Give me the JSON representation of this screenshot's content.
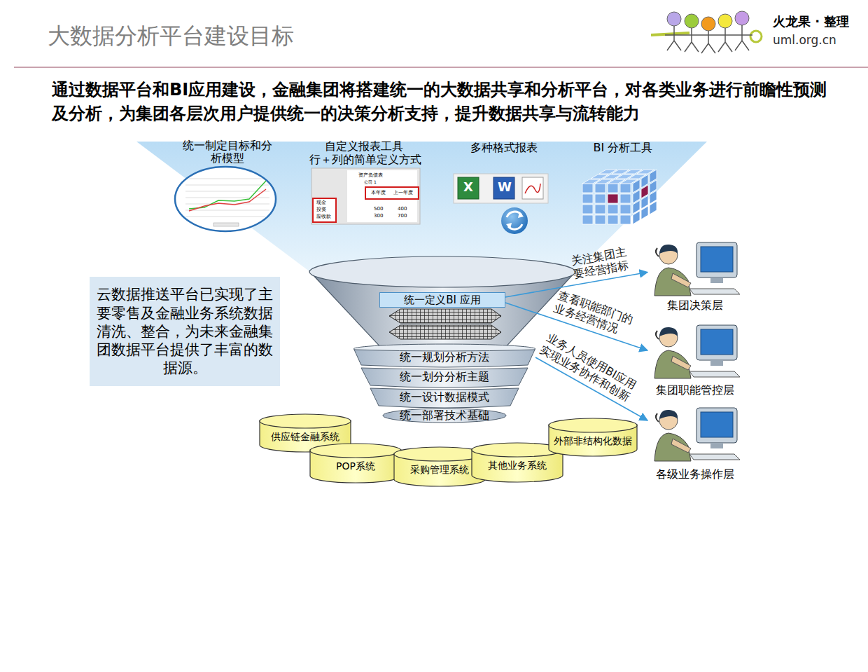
{
  "diagram": {
    "title": "大数据分析平台建设目标",
    "nodes": [
      {
        "text": [
          "云数据推送平台已实现了主要零售及金融业务系统数据清洗、整合，为未来金融集团数据平台提供了丰富的数据源。"
        ]
      },
      {
        "text": [
          "统一定义BI 应用"
        ]
      },
      {
        "text": [
          "统一规划分析方法"
        ]
      },
      {
        "text": [
          "统一划分分析主题"
        ]
      },
      {
        "text": [
          "统一设计数据模式"
        ]
      },
      {
        "text": [
          "统一部署技术基础"
        ]
      },
      {
        "text": [
          "供应链金融系统"
        ]
      },
      {
        "text": [
          "POP系统"
        ]
      },
      {
        "text": [
          "采购管理系统"
        ]
      },
      {
        "text": [
          "其他业务系统"
        ]
      },
      {
        "text": [
          "外部非结构化数据"
        ]
      },
      {
        "text": [
          "集团决策层"
        ]
      },
      {
        "text": [
          "集团职能管控层"
        ]
      },
      {
        "text": [
          "各级业务操作层"
        ]
      }
    ],
    "edges": [
      {
        "from": 1,
        "to": 11,
        "arrow": "to",
        "label": "关注集团主要经营指标"
      },
      {
        "from": 1,
        "to": 12,
        "arrow": "to",
        "label": "查看职能部门的业务经营情况"
      },
      {
        "from": 2,
        "to": 13,
        "arrow": "to",
        "label": "业务人员使用BI应用实现业务协作和创新"
      }
    ],
    "labels": [
      "火龙果 · 整理",
      "uml.org.cn",
      "通过数据平台和BI应用建设，金融集团将搭建统一的大数据共享和分析平台，对各类业务进行前瞻性预测及分析，为集团各层次用户提供统一的决策分析支持，提升数据共享与流转能力",
      "统一制定目标和分析模型",
      "自定义报表工具",
      "行＋列的简单定义方式",
      "多种格式报表",
      "BI 分析工具",
      "资产负债表",
      "公司 1",
      "本年度",
      "上一年度",
      "现金",
      "投资",
      "应收款",
      "500",
      "400",
      "300",
      "700",
      "X",
      "W"
    ]
  }
}
